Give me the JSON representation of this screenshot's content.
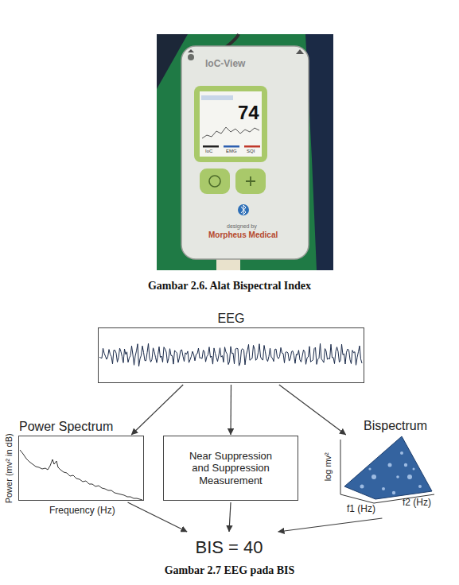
{
  "diagram": {
    "caption": "Gambar 2.7 EEG pada BIS",
    "nodes": [
      {
        "text": [
          "EEG"
        ]
      },
      {
        "text": [
          "Power Spectrum"
        ]
      },
      {
        "text": [
          "Near Suppression and Suppression Measurement"
        ]
      },
      {
        "text": [
          "Bispectrum"
        ]
      },
      {
        "text": [
          "BIS = 40"
        ]
      }
    ],
    "edges": [
      {
        "from": 0,
        "to": 1,
        "arrow": "to"
      },
      {
        "from": 0,
        "to": 2,
        "arrow": "to"
      },
      {
        "from": 0,
        "to": 3,
        "arrow": "to"
      },
      {
        "from": 1,
        "to": 4,
        "arrow": "to"
      },
      {
        "from": 2,
        "to": 4,
        "arrow": "to"
      },
      {
        "from": 3,
        "to": 4,
        "arrow": "to"
      }
    ],
    "labels": [
      "IoC-View",
      "74",
      "IoC",
      "EMG",
      "SQI",
      "designed by",
      "Morpheus Medical",
      "Gambar 2.6. Alat Bispectral Index",
      "Power (mv² in dB)",
      "Frequency (Hz)",
      "log mv²",
      "f1 (Hz)",
      "f2 (Hz)"
    ]
  }
}
